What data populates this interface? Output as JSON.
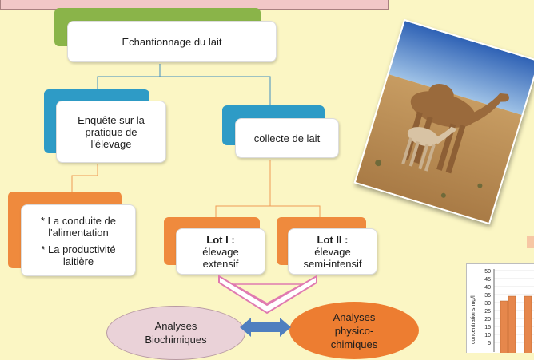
{
  "colors": {
    "background": "#fbf6c4",
    "green_tab": "#8ab449",
    "blue_tab": "#2e9bc6",
    "orange_tab": "#ef8a3d",
    "connector_blue": "#3f8dc0",
    "connector_orange": "#ef9b55",
    "pink_ellipse": "#ead2d8",
    "orange_ellipse": "#ed7d31",
    "arrow": "#4f7fbf"
  },
  "diagram": {
    "root": "Echantionnage du lait",
    "left_branch": "Enquête sur la\npratique de\nl'élevage",
    "right_branch": "collecte de lait",
    "left_items": [
      "* La conduite  de\nl'alimentation",
      "* La productivité\nlaitière"
    ],
    "lot1": {
      "title": "Lot I :",
      "text": "élevage\nextensif"
    },
    "lot2": {
      "title": "Lot II :",
      "text": "élevage\nsemi-intensif"
    },
    "analyses_bio": "Analyses\nBiochimiques",
    "analyses_physico": "Analyses\nphysico-\nchimiques"
  },
  "chart": {
    "ylabel": "concentrations mg/l",
    "yticks": [
      "50",
      "45",
      "40",
      "35",
      "30",
      "25",
      "20",
      "15",
      "10",
      "5"
    ],
    "bar_color": "#e6874c"
  },
  "icons": {
    "photo": "camel-with-calf-photo",
    "arrow": "double-headed-arrow-icon",
    "merge_arrow": "down-chevron-arrow-icon"
  }
}
